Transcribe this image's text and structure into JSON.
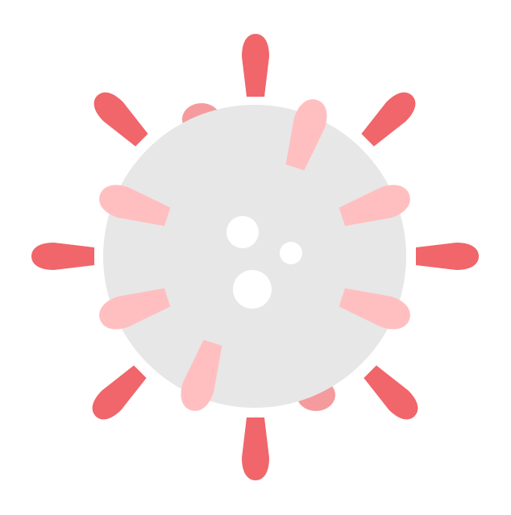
{
  "colors": {
    "background": "#ffffff",
    "body": "#e7e7e7",
    "outer_spikes": "#f0666b",
    "inner_spikes": "#ffbfc1",
    "back_spikes": "#f59b9d",
    "dots": "#ffffff"
  },
  "illustration": {
    "icon": "virus-icon",
    "outer_spike_count": 8,
    "inner_spike_count": 6,
    "dot_count": 3
  }
}
